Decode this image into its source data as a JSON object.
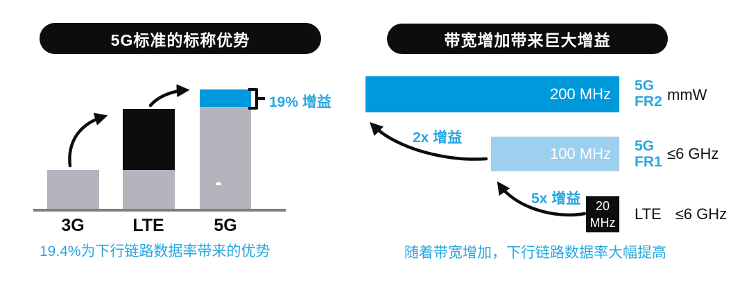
{
  "left_panel": {
    "title": "5G标准的标称优势",
    "categories": [
      "3G",
      "LTE",
      "5G"
    ],
    "gain_label": "19% 增益",
    "caption": "19.4%为下行链路数据率带来的优势"
  },
  "right_panel": {
    "title": "带宽增加带来巨大增益",
    "bars": [
      {
        "bandwidth": "200 MHz",
        "tech": "5G",
        "fr": "FR2",
        "band": "mmW"
      },
      {
        "bandwidth": "100 MHz",
        "tech": "5G",
        "fr": "FR1",
        "band": "≤6 GHz"
      },
      {
        "bandwidth_line1": "20",
        "bandwidth_line2": "MHz",
        "tech": "LTE",
        "band": "≤6 GHz"
      }
    ],
    "gain_2x": "2x 增益",
    "gain_5x": "5x 增益",
    "caption": "随着带宽增加，下行链路数据率大幅提高"
  },
  "colors": {
    "dark_blue": "#0099dc",
    "light_blue": "#9dcfef",
    "text_blue": "#29a7e1",
    "bar_gray": "#b4b4bd",
    "axis_gray": "#7d7d7d",
    "black": "#0d0d0d"
  },
  "chart_data": [
    {
      "type": "bar",
      "title": "5G标准的标称优势",
      "categories": [
        "3G",
        "LTE",
        "5G"
      ],
      "series": [
        {
          "name": "base-gray",
          "values": [
            0.39,
            0.39,
            1.0
          ]
        },
        {
          "name": "lte-extra-black",
          "values": [
            0.0,
            0.61,
            0.0
          ]
        },
        {
          "name": "5g-gain-blue",
          "values": [
            0.0,
            0.0,
            0.19
          ]
        }
      ],
      "annotations": [
        "19% 增益"
      ],
      "caption": "19.4%为下行链路数据率带来的优势",
      "ylabel": "",
      "xlabel": "",
      "note": "schematic stacked bars, no numeric axis; 5G adds 19% over LTE-level base"
    },
    {
      "type": "bar",
      "orientation": "horizontal",
      "title": "带宽增加带来巨大增益",
      "categories": [
        "5G FR2 mmW",
        "5G FR1 ≤6 GHz",
        "LTE ≤6 GHz"
      ],
      "values": [
        200,
        100,
        20
      ],
      "unit": "MHz",
      "annotations": [
        "2x 增益",
        "5x 增益"
      ],
      "caption": "随着带宽增加，下行链路数据率大幅提高",
      "note": "bars right-aligned, widths proportional to bandwidth"
    }
  ]
}
